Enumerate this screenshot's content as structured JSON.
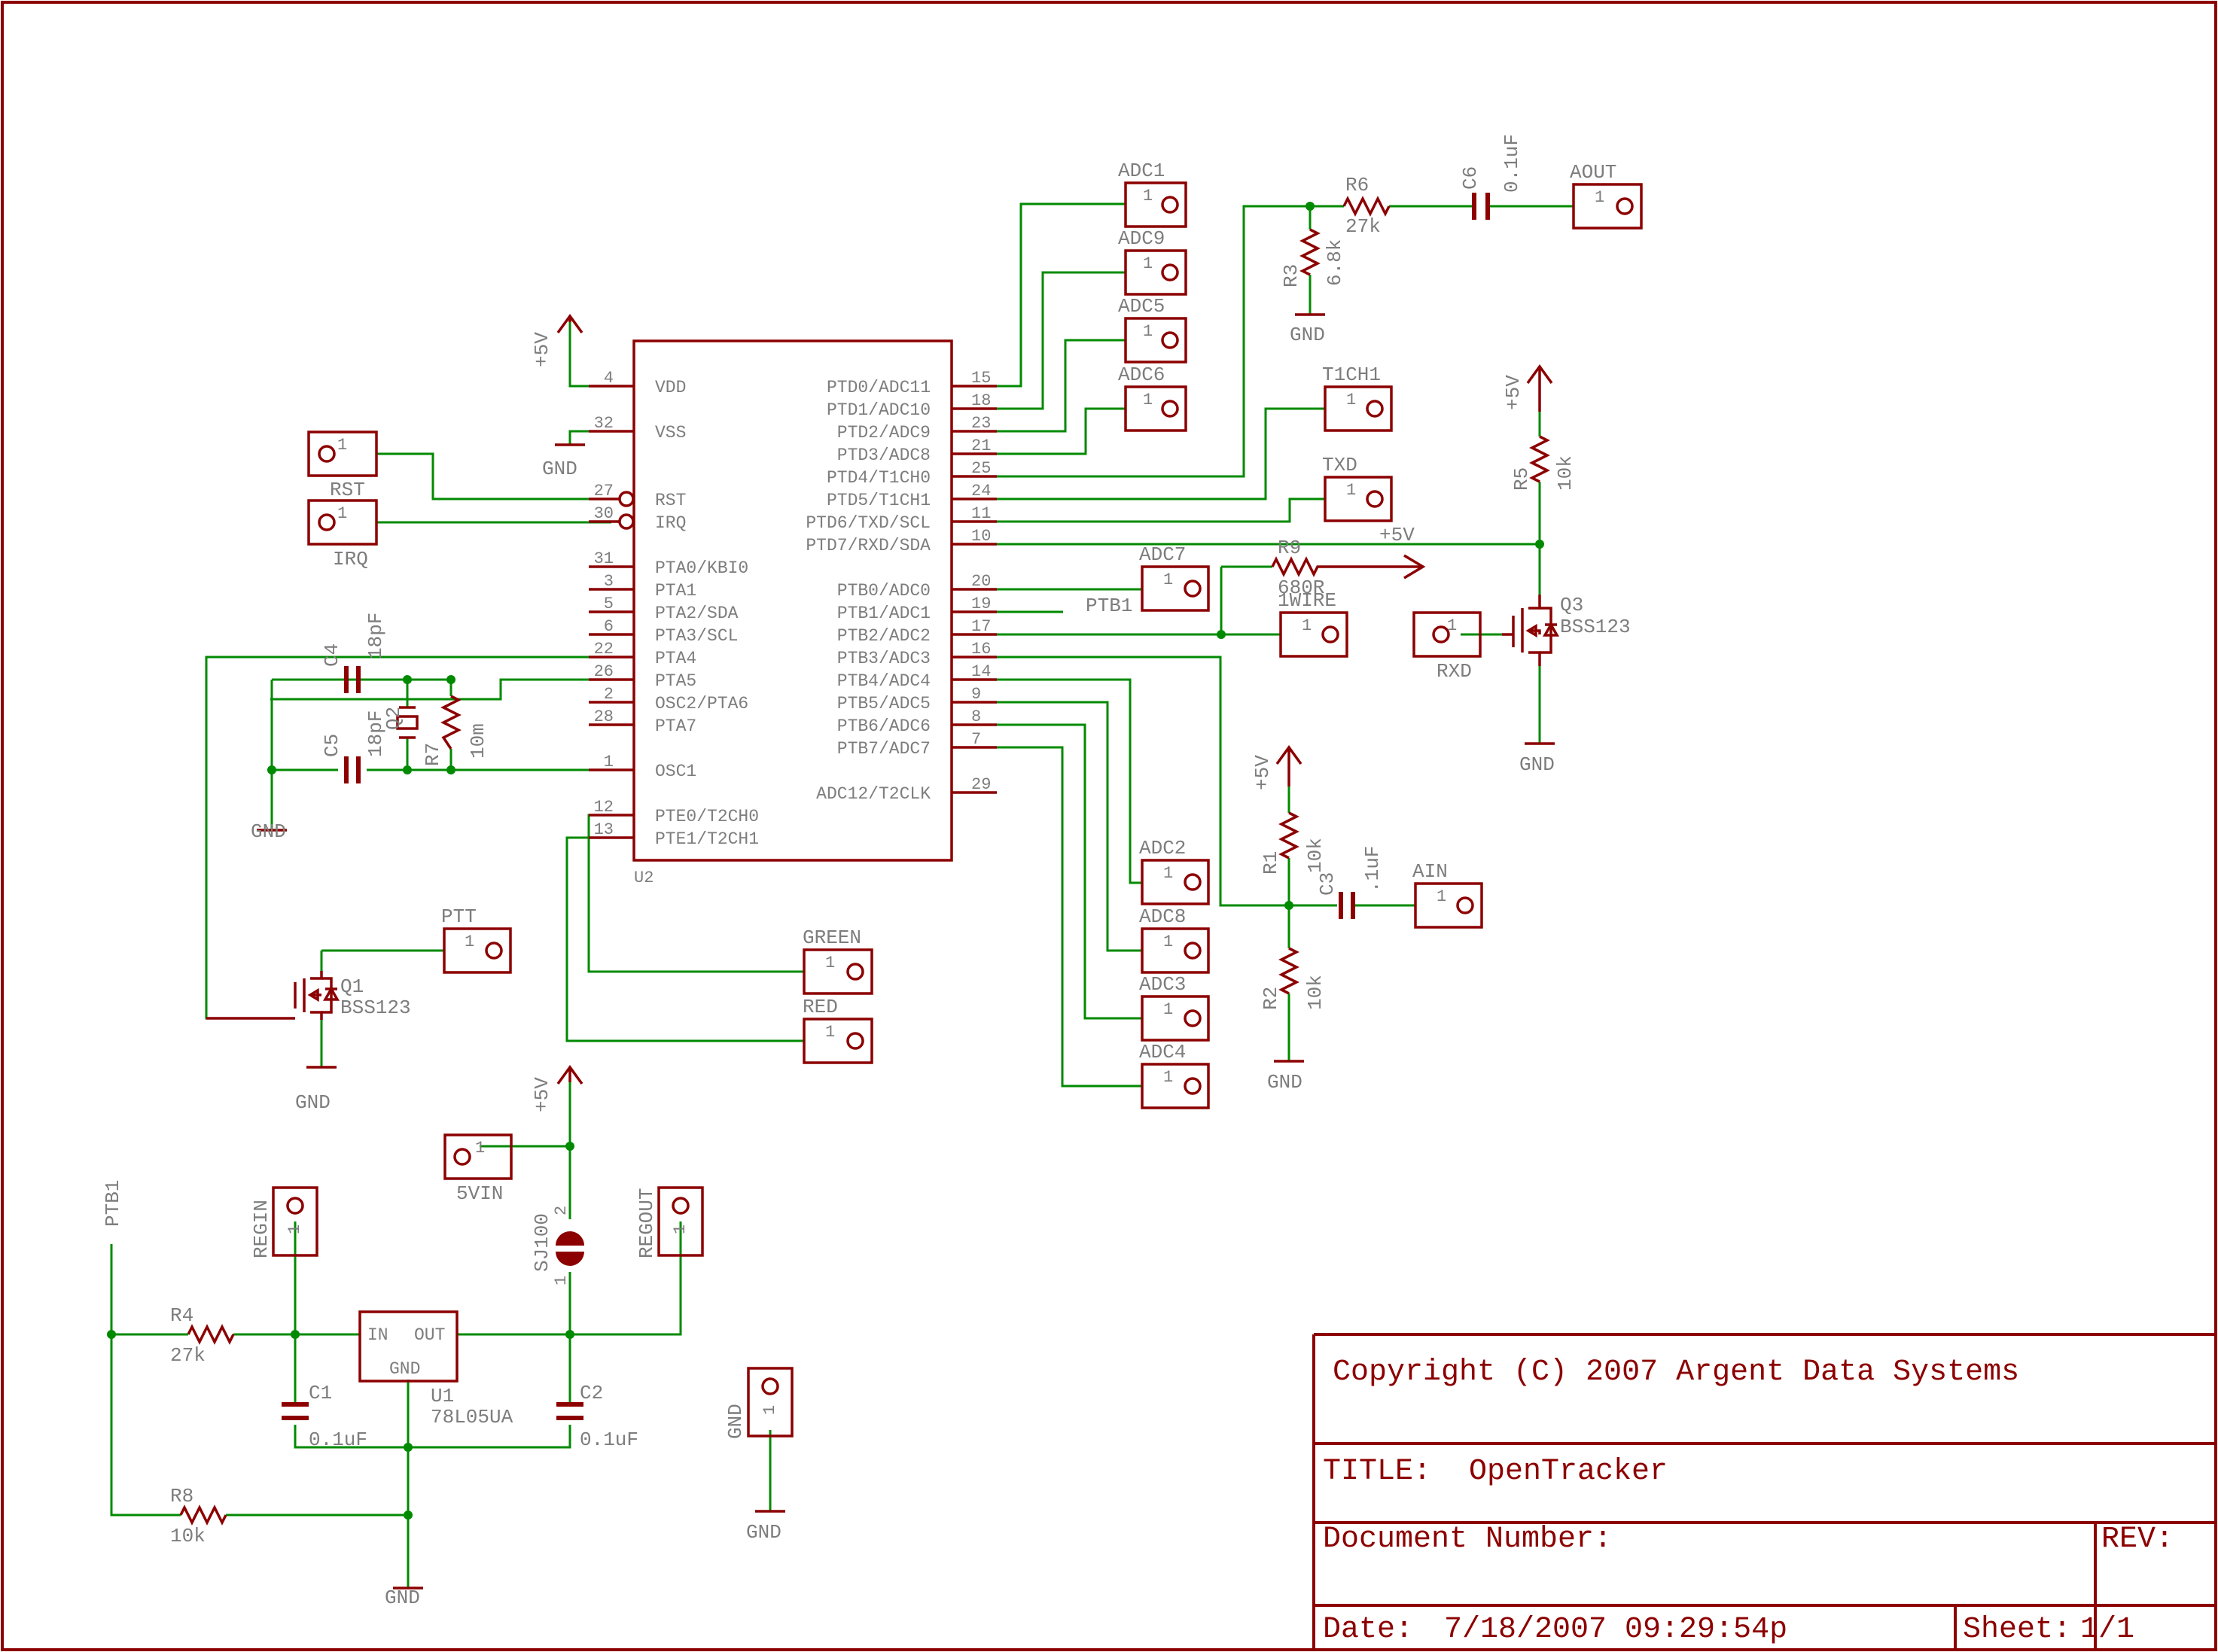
{
  "title_block": {
    "copyright": "Copyright (C) 2007 Argent Data Systems",
    "title_label": "TITLE:",
    "title": "OpenTracker",
    "docnum_label": "Document Number:",
    "rev_label": "REV:",
    "date_label": "Date:",
    "date": "7/18/2007 09:29:54p",
    "sheet_label": "Sheet:",
    "sheet": "1/1"
  },
  "mcu": {
    "ref": "U2",
    "left_pins": [
      {
        "num": "4",
        "name": "VDD"
      },
      {
        "num": "32",
        "name": "VSS"
      },
      {
        "num": "27",
        "name": "RST"
      },
      {
        "num": "30",
        "name": "IRQ"
      },
      {
        "num": "31",
        "name": "PTA0/KBI0"
      },
      {
        "num": "3",
        "name": "PTA1"
      },
      {
        "num": "5",
        "name": "PTA2/SDA"
      },
      {
        "num": "6",
        "name": "PTA3/SCL"
      },
      {
        "num": "22",
        "name": "PTA4"
      },
      {
        "num": "26",
        "name": "PTA5"
      },
      {
        "num": "2",
        "name": "OSC2/PTA6"
      },
      {
        "num": "28",
        "name": "PTA7"
      },
      {
        "num": "1",
        "name": "OSC1"
      },
      {
        "num": "12",
        "name": "PTE0/T2CH0"
      },
      {
        "num": "13",
        "name": "PTE1/T2CH1"
      }
    ],
    "right_pins": [
      {
        "num": "15",
        "name": "PTD0/ADC11"
      },
      {
        "num": "18",
        "name": "PTD1/ADC10"
      },
      {
        "num": "23",
        "name": "PTD2/ADC9"
      },
      {
        "num": "21",
        "name": "PTD3/ADC8"
      },
      {
        "num": "25",
        "name": "PTD4/T1CH0"
      },
      {
        "num": "24",
        "name": "PTD5/T1CH1"
      },
      {
        "num": "11",
        "name": "PTD6/TXD/SCL"
      },
      {
        "num": "10",
        "name": "PTD7/RXD/SDA"
      },
      {
        "num": "20",
        "name": "PTB0/ADC0"
      },
      {
        "num": "19",
        "name": "PTB1/ADC1"
      },
      {
        "num": "17",
        "name": "PTB2/ADC2"
      },
      {
        "num": "16",
        "name": "PTB3/ADC3"
      },
      {
        "num": "14",
        "name": "PTB4/ADC4"
      },
      {
        "num": "9",
        "name": "PTB5/ADC5"
      },
      {
        "num": "8",
        "name": "PTB6/ADC6"
      },
      {
        "num": "7",
        "name": "PTB7/ADC7"
      },
      {
        "num": "29",
        "name": "ADC12/T2CLK"
      }
    ]
  },
  "connectors": {
    "adc1": "ADC1",
    "adc9": "ADC9",
    "adc5": "ADC5",
    "adc6": "ADC6",
    "aout": "AOUT",
    "t1ch1": "T1CH1",
    "txd": "TXD",
    "adc7": "ADC7",
    "onewire": "1WIRE",
    "rxd": "RXD",
    "adc2": "ADC2",
    "adc8": "ADC8",
    "adc3": "ADC3",
    "adc4": "ADC4",
    "ain": "AIN",
    "rst": "RST",
    "irq": "IRQ",
    "ptt": "PTT",
    "green": "GREEN",
    "red": "RED",
    "fivevin": "5VIN",
    "regin": "REGIN",
    "regout": "REGOUT",
    "gnd": "GND",
    "pin1": "1"
  },
  "parts": {
    "r6": {
      "ref": "R6",
      "value": "27k"
    },
    "c6": {
      "ref": "C6",
      "value": "0.1uF"
    },
    "r3": {
      "ref": "R3",
      "value": "6.8k"
    },
    "r5": {
      "ref": "R5",
      "value": "10k"
    },
    "r9": {
      "ref": "R9",
      "value": "680R"
    },
    "q3": {
      "ref": "Q3",
      "value": "BSS123"
    },
    "c4": {
      "ref": "C4",
      "value": "18pF"
    },
    "c5": {
      "ref": "C5",
      "value": "18pF"
    },
    "q2": {
      "ref": "Q2"
    },
    "r7": {
      "ref": "R7",
      "value": "10m"
    },
    "r1": {
      "ref": "R1",
      "value": "10k"
    },
    "r2": {
      "ref": "R2",
      "value": "10k"
    },
    "c3": {
      "ref": "C3",
      "value": ".1uF"
    },
    "q1": {
      "ref": "Q1",
      "value": "BSS123"
    },
    "sj100": {
      "ref": "SJ100",
      "pin1": "1",
      "pin2": "2"
    },
    "r4": {
      "ref": "R4",
      "value": "27k"
    },
    "r8": {
      "ref": "R8",
      "value": "10k"
    },
    "c1": {
      "ref": "C1",
      "value": "0.1uF"
    },
    "c2": {
      "ref": "C2",
      "value": "0.1uF"
    },
    "u1": {
      "ref": "U1",
      "value": "78L05UA",
      "in": "IN",
      "out": "OUT",
      "gnd": "GND"
    }
  },
  "nets": {
    "gnd": "GND",
    "vcc": "+5V",
    "ptb1": "PTB1"
  }
}
